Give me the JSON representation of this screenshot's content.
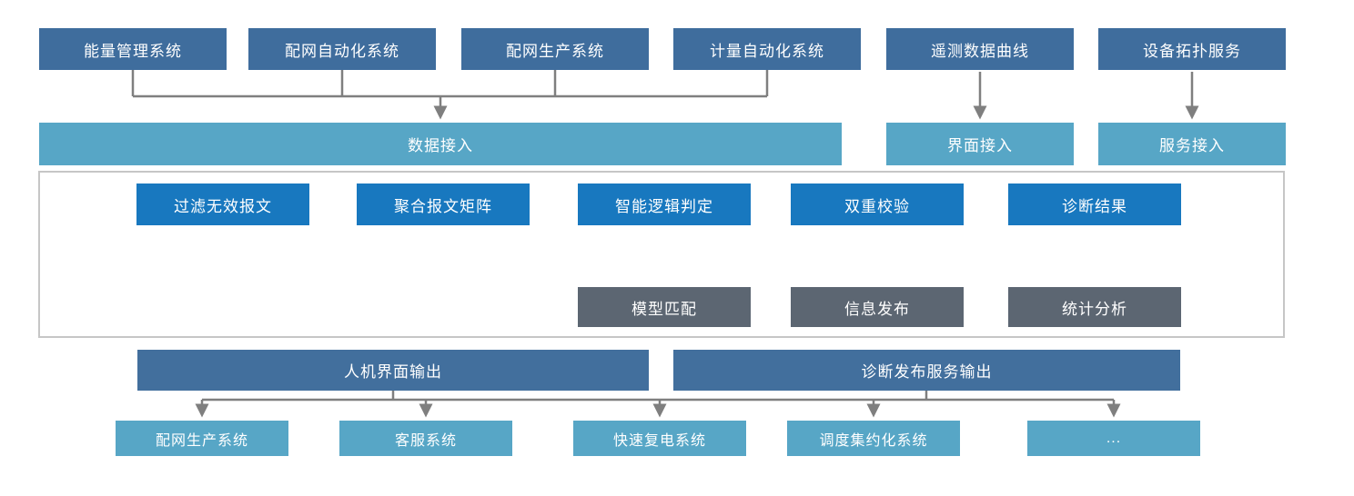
{
  "diagram_title": "power-distribution-fault-diagnosis-data-flow",
  "top_sources": [
    "能量管理系统",
    "配网自动化系统",
    "配网生产系统",
    "计量自动化系统",
    "遥测数据曲线",
    "设备拓扑服务"
  ],
  "access_row": {
    "data_access": "数据接入",
    "ui_access": "界面接入",
    "service_access": "服务接入"
  },
  "process_flow": [
    "过滤无效报文",
    "聚合报文矩阵",
    "智能逻辑判定",
    "双重校验",
    "诊断结果"
  ],
  "analysis_outputs": [
    "模型匹配",
    "信息发布",
    "统计分析"
  ],
  "output_buses": [
    "人机界面输出",
    "诊断发布服务输出"
  ],
  "consumers": [
    "配网生产系统",
    "客服系统",
    "快速复电系统",
    "调度集约化系统",
    "..."
  ],
  "colors": {
    "source_box": "#3F6D9D",
    "access_box": "#57A6C6",
    "process_box": "#1878BF",
    "analysis_box": "#5C6672",
    "bus_box": "#426F9D",
    "consumer_box": "#57A6C6",
    "connector": "#7F7F7F",
    "frame_border": "#C6C6C6",
    "text": "#FFFFFF"
  }
}
